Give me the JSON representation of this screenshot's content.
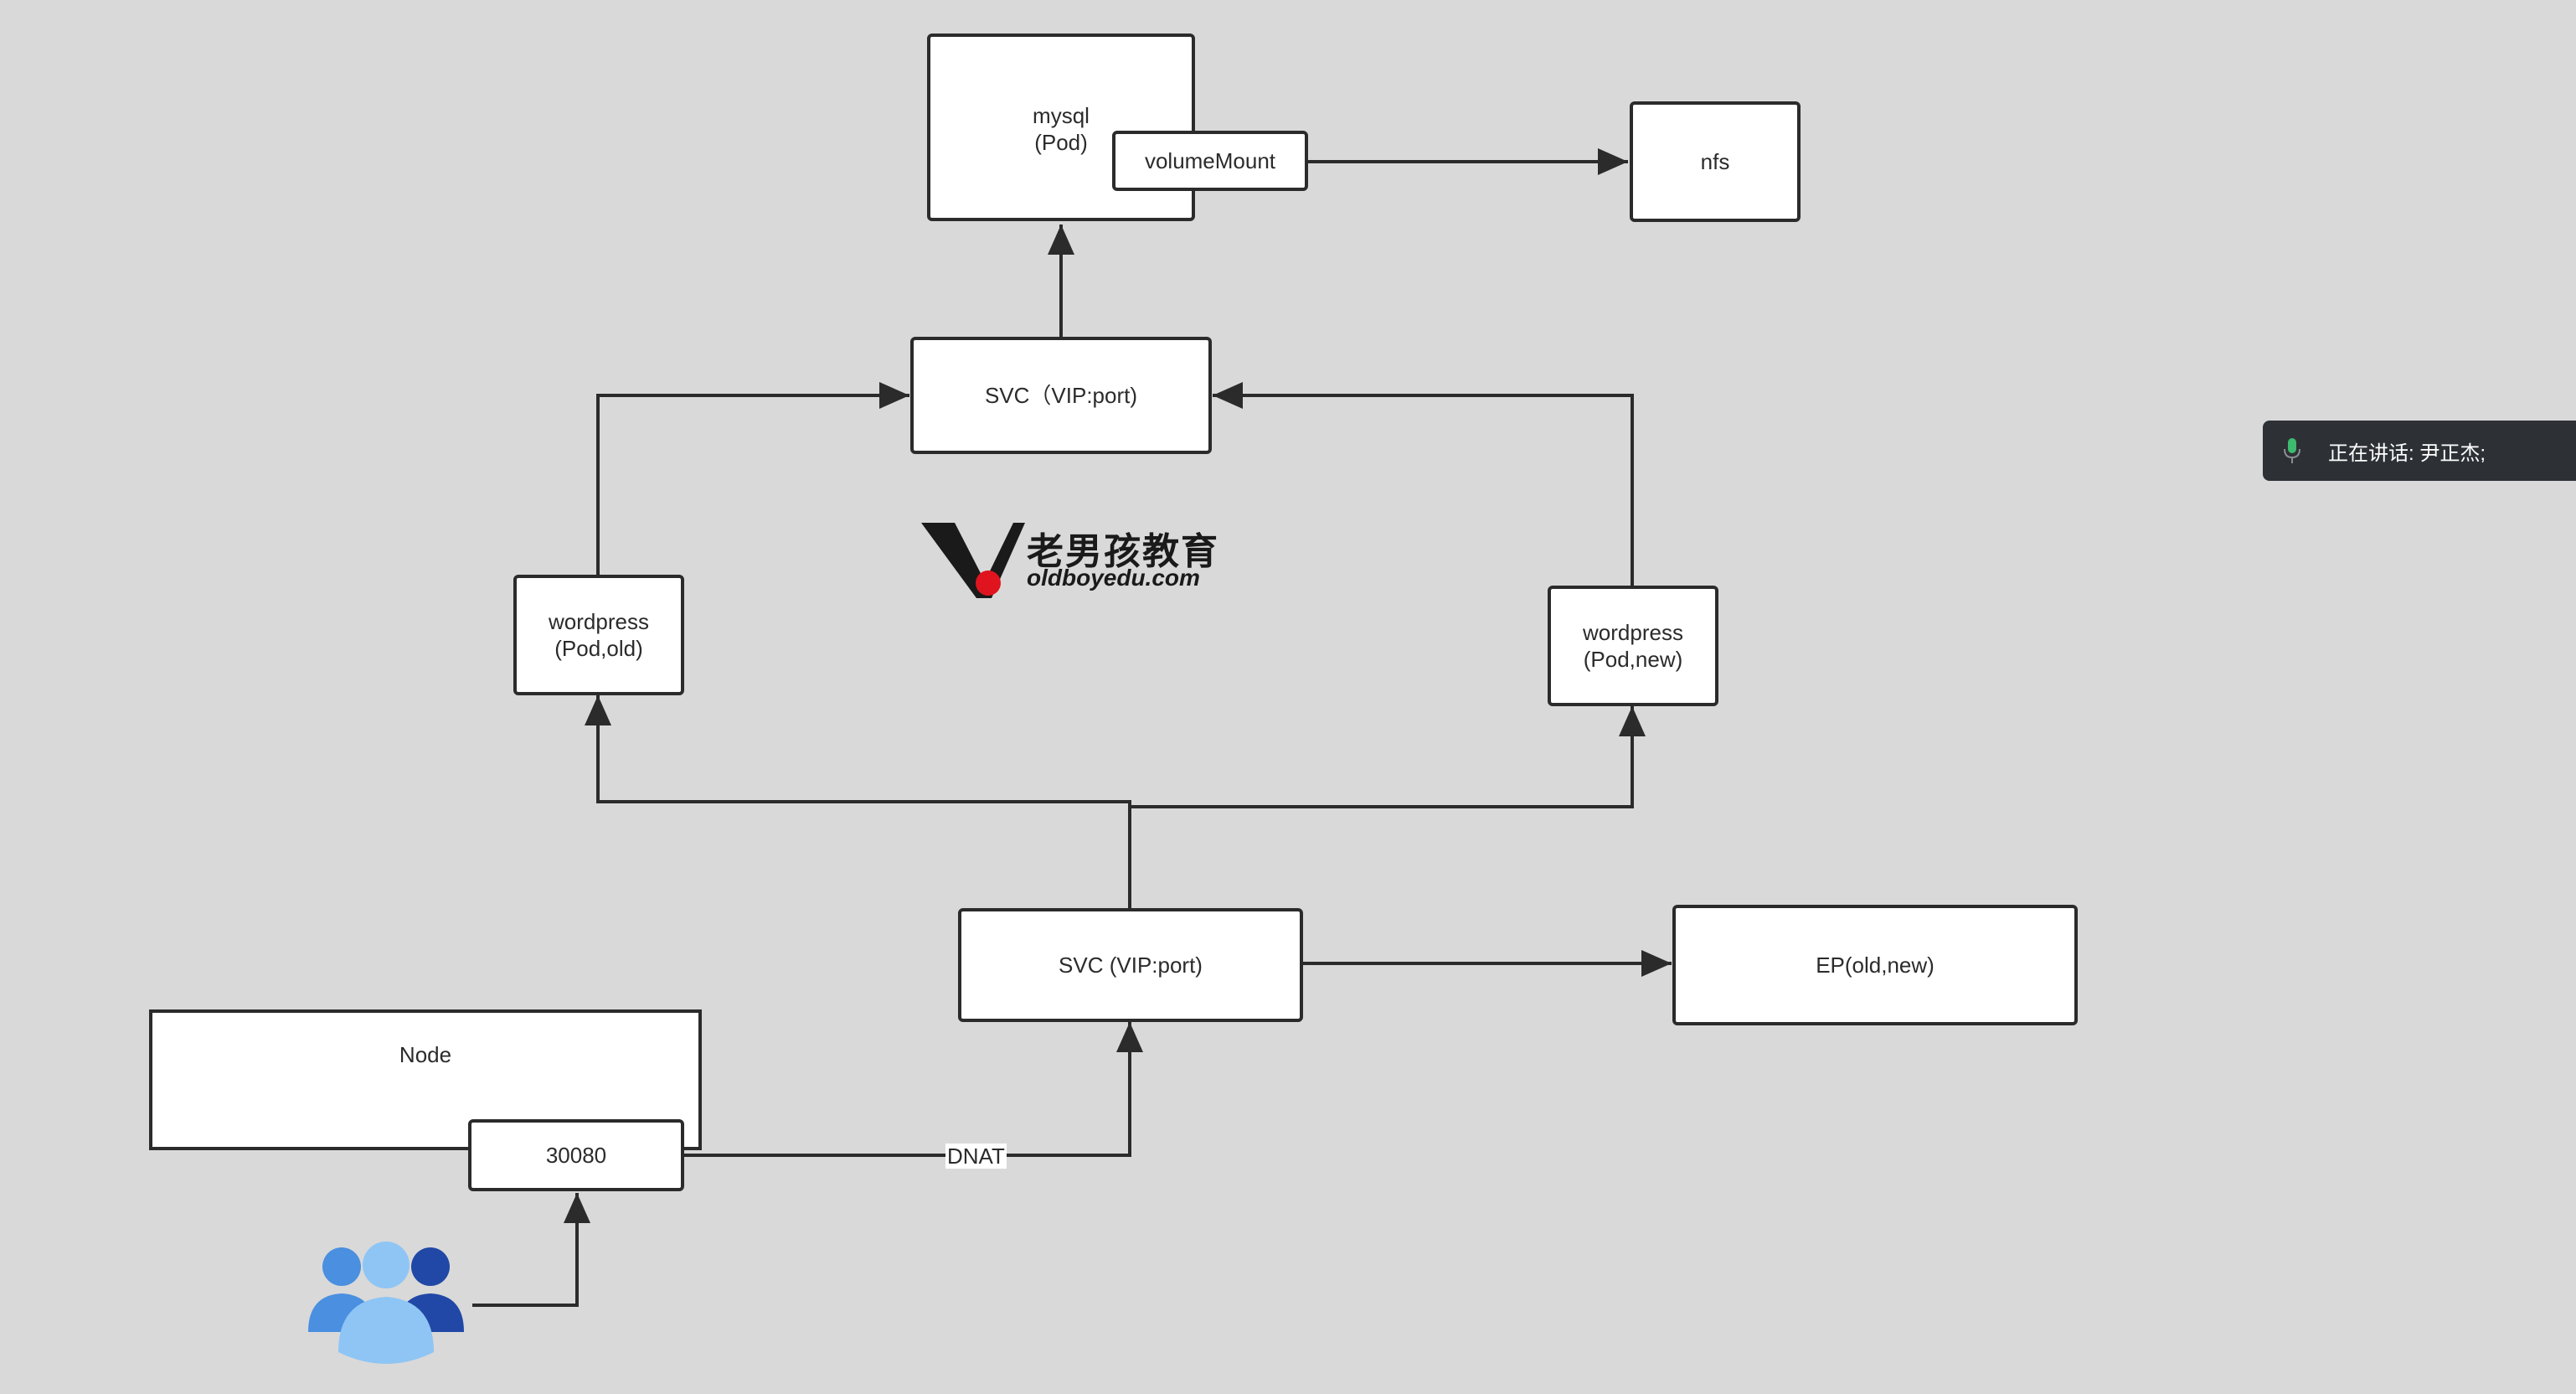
{
  "nodes": {
    "mysql": "mysql\n(Pod)",
    "volume_mount": "volumeMount",
    "nfs": "nfs",
    "svc_top": "SVC（VIP:port)",
    "wp_old": "wordpress\n(Pod,old)",
    "wp_new": "wordpress\n(Pod,new)",
    "svc_bottom": "SVC (VIP:port)",
    "ep": "EP(old,new)",
    "node": "Node",
    "node_port": "30080"
  },
  "edges": {
    "dnat_label": "DNAT"
  },
  "logo": {
    "cn": "老男孩教育",
    "en": "oldboyedu.com"
  },
  "speaker_bar": {
    "text": "正在讲话: 尹正杰;"
  },
  "colors": {
    "background": "#d9d9d9",
    "stroke": "#2b2b2b",
    "logo_red": "#e0141e",
    "speaker_bg": "#2d3135",
    "mic_green": "#3dbb6e",
    "user_left": "#4a8fe0",
    "user_center": "#8ec5f5",
    "user_right": "#2148a6"
  },
  "icons": [
    "users-icon",
    "microphone-icon",
    "logo-mark"
  ]
}
